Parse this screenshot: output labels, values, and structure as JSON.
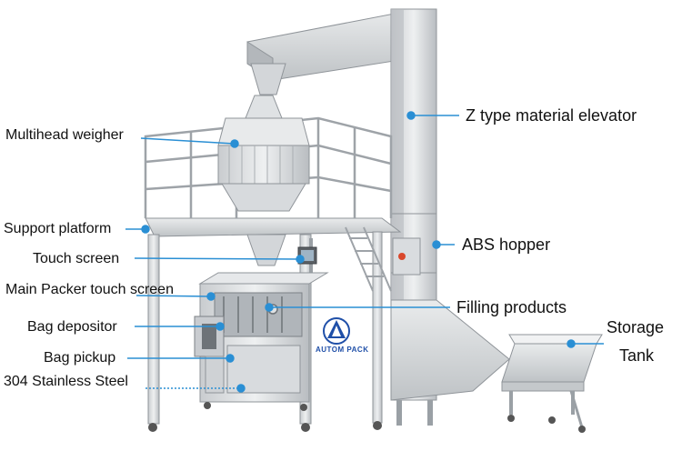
{
  "labels": {
    "multihead_weigher": "Multihead weigher",
    "support_platform": "Support platform",
    "touch_screen": "Touch screen",
    "main_packer_touch_screen": "Main Packer touch screen",
    "bag_depositor": "Bag depositor",
    "bag_pickup": "Bag pickup",
    "stainless_steel": "304 Stainless Steel",
    "z_elevator": "Z type material elevator",
    "abs_hopper": "ABS hopper",
    "filling_products": "Filling products",
    "storage": "Storage",
    "tank": "Tank"
  },
  "brand": {
    "logo_text": "AUTOM PACK"
  },
  "colors": {
    "callout": "#2a8fd4",
    "steel_light": "#e4e6e8",
    "steel_mid": "#c7cacd",
    "steel_dark": "#8f9499",
    "logo_blue": "#1f4fa8"
  }
}
